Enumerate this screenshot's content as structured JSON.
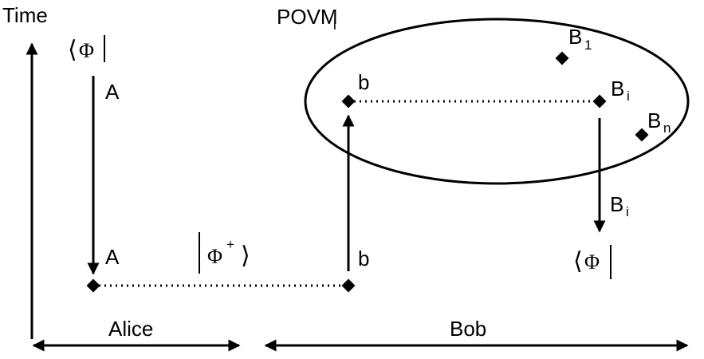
{
  "time_label": "Time",
  "alice_label": "Alice",
  "bob_label": "Bob",
  "povm": {
    "base": "POVM",
    "sub": "i"
  },
  "bra_top": {
    "open": "⟨",
    "sym": "Φ",
    "bar": "|"
  },
  "ket_mid": {
    "bar": "|",
    "sym": "Φ",
    "sup": "+",
    "close": "⟩"
  },
  "bra_bottom": {
    "open": "⟨",
    "sym": "Φ",
    "bar": "|"
  },
  "alice_A_top": "A",
  "alice_A_bottom": "A",
  "bob_b_top": "b",
  "bob_b_bottom": "b",
  "B1": {
    "base": "B",
    "sub": "1"
  },
  "Bi_top": {
    "base": "B",
    "sub": "i"
  },
  "Bn": {
    "base": "B",
    "sub": "n"
  },
  "Bi_arrow": {
    "base": "B",
    "sub": "i"
  }
}
